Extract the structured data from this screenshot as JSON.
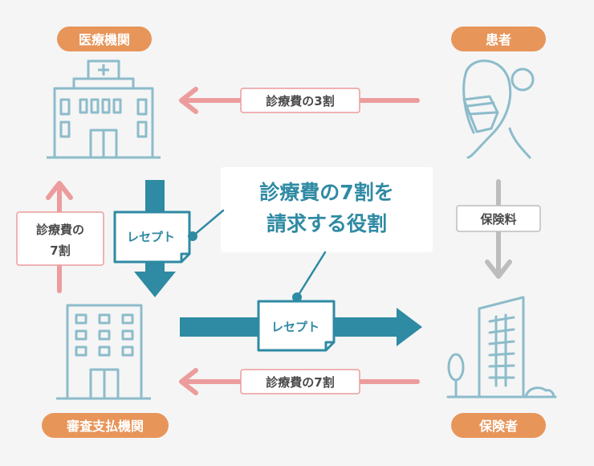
{
  "nodes": {
    "medical_institution": "医療機関",
    "patient": "患者",
    "review_org": "審査支払機関",
    "insurer": "保険者"
  },
  "flows": {
    "patient_to_medical": "診療費の3割",
    "patient_to_insurer": "保険料",
    "review_to_medical_line1": "診療費の",
    "review_to_medical_line2": "7割",
    "insurer_to_review": "診療費の7割"
  },
  "receipts": {
    "receipt_down": "レセプト",
    "receipt_right": "レセプト"
  },
  "callout": {
    "line1": "診療費の7割を",
    "line2": "請求する役割"
  },
  "colors": {
    "pill": "#e8955a",
    "teal": "#2f8aa3",
    "pink": "#ec9c9c",
    "gray": "#bdbdbd",
    "icon": "#8cbccb"
  }
}
